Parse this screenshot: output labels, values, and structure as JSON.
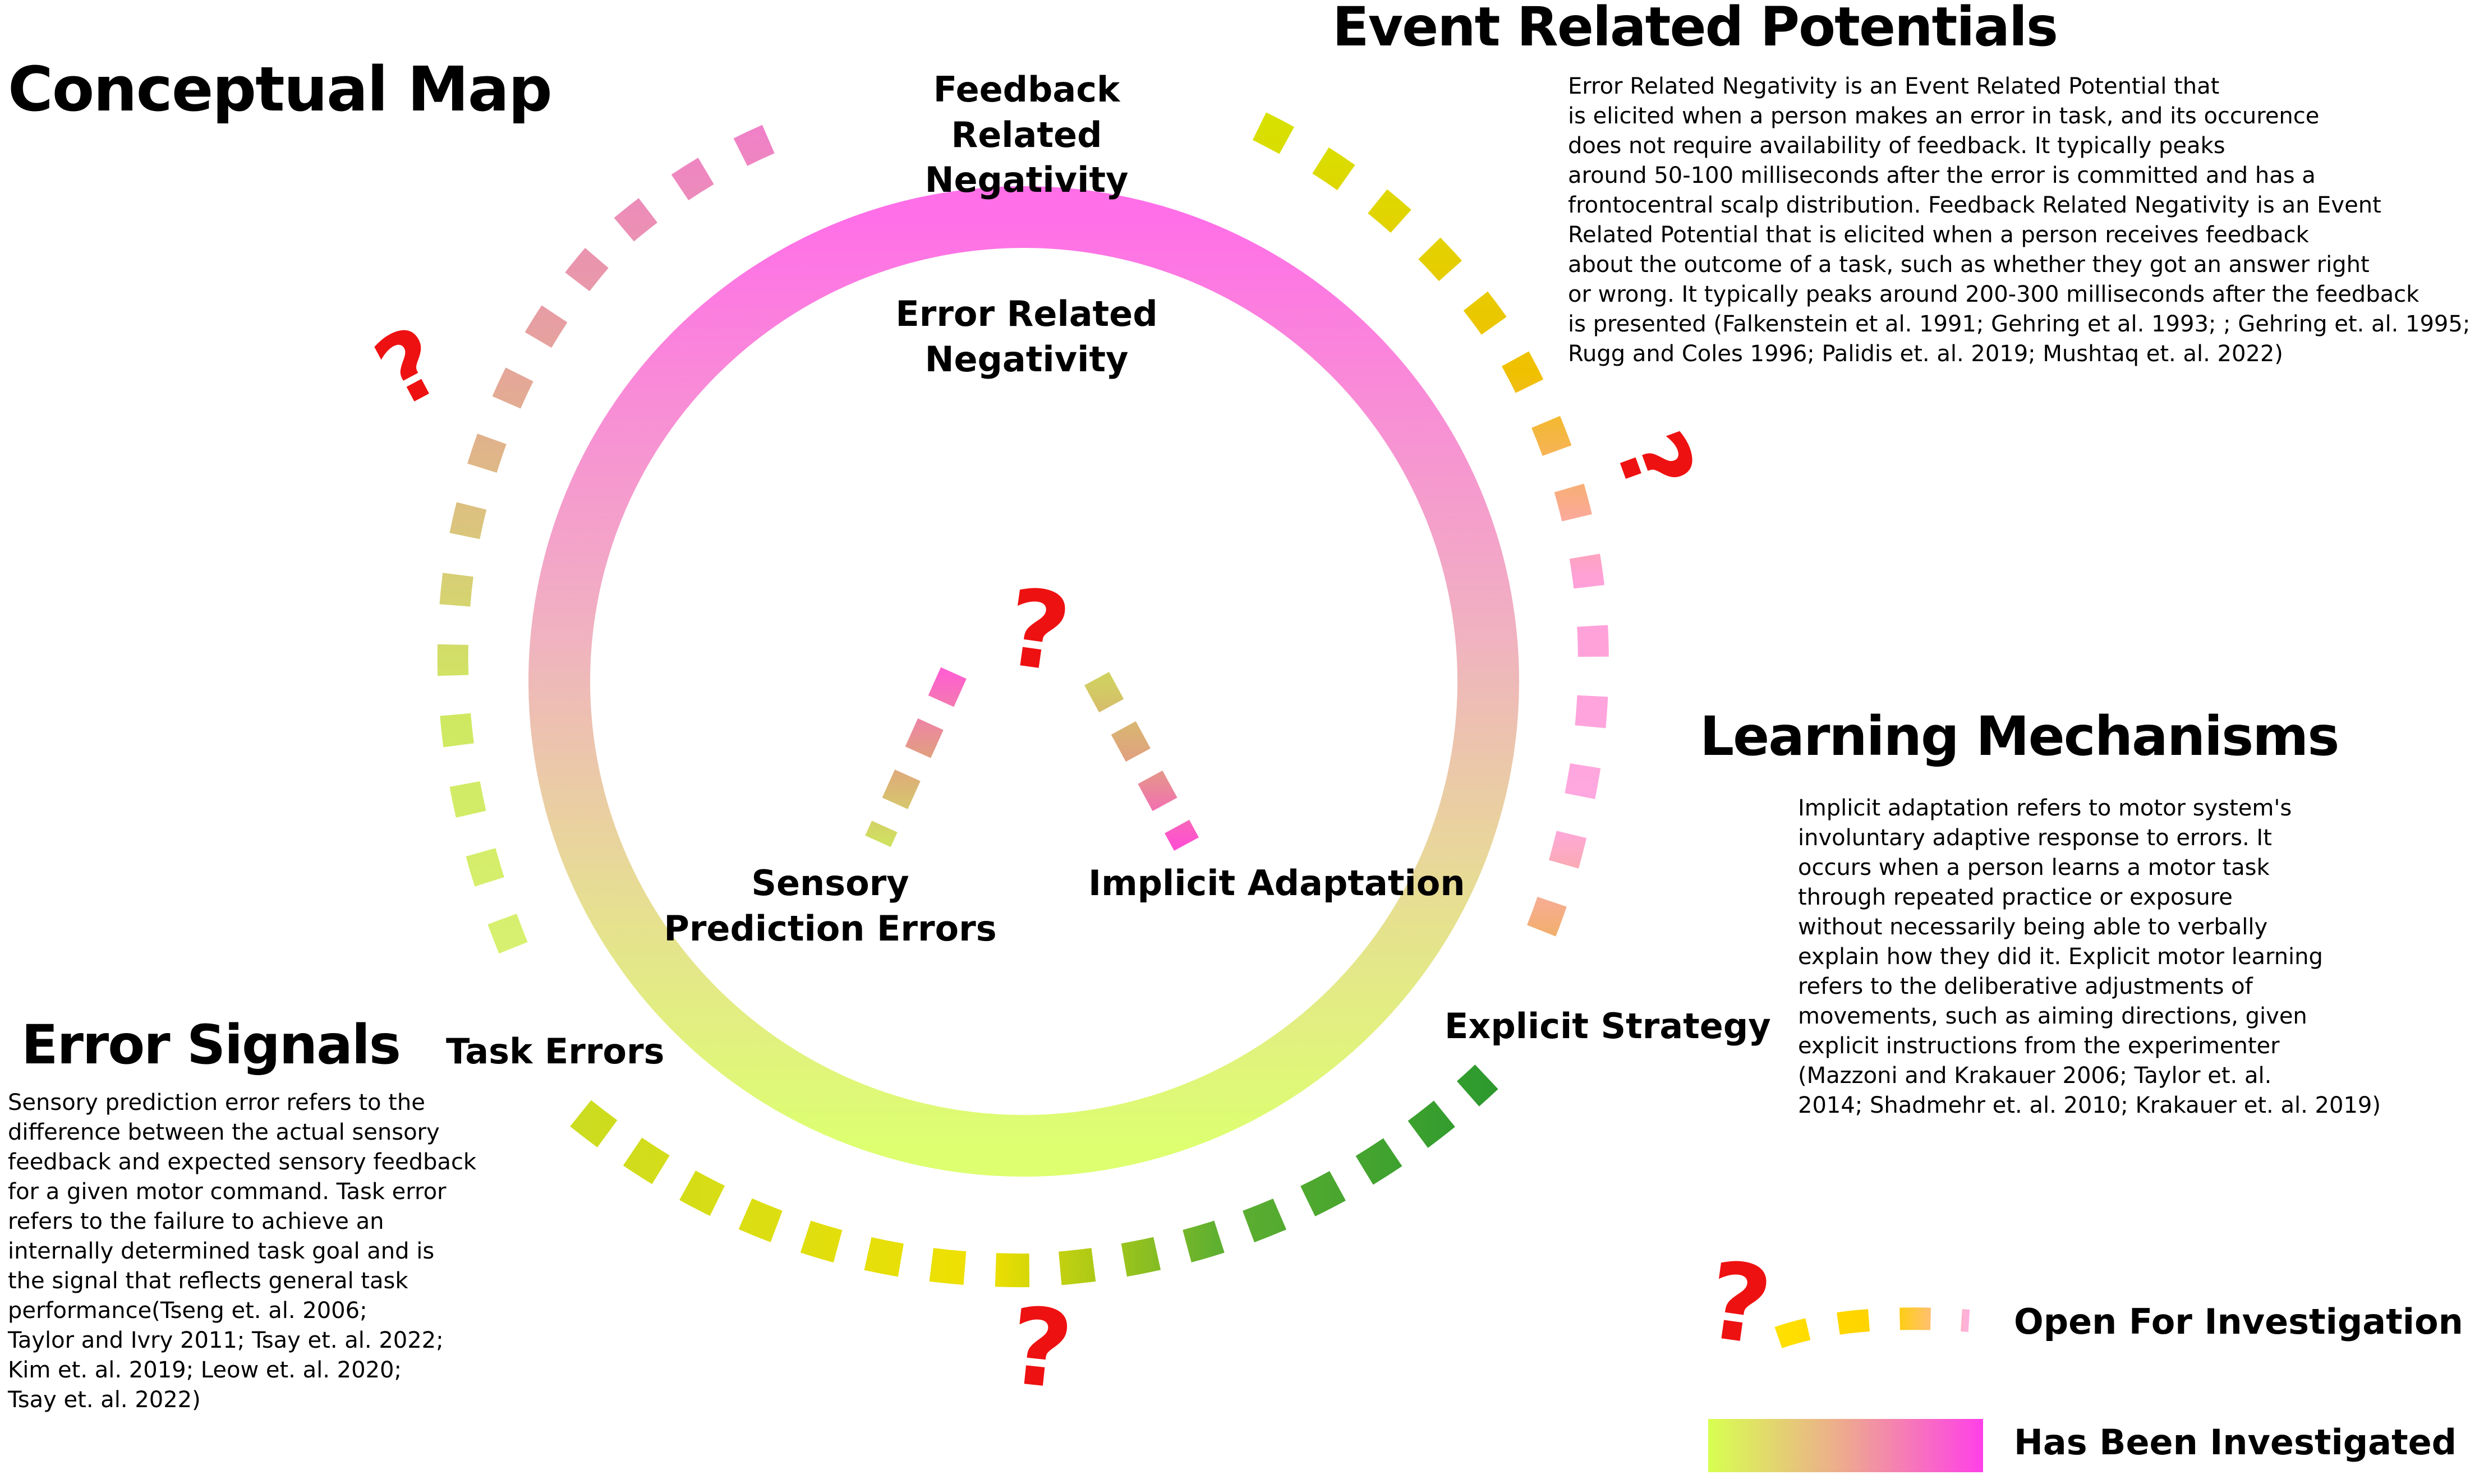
{
  "headings": {
    "conceptual_map": "Conceptual Map",
    "event_related_potentials": "Event Related Potentials",
    "learning_mechanisms": "Learning Mechanisms",
    "error_signals": "Error Signals"
  },
  "nodes": {
    "feedback_related_negativity": "Feedback Related Negativity",
    "error_related_negativity": "Error Related Negativity",
    "sensory_prediction_errors": "Sensory Prediction Errors",
    "implicit_adaptation": "Implicit Adaptation",
    "task_errors": "Task Errors",
    "explicit_strategy": "Explicit Strategy"
  },
  "erp_text": [
    "Error Related Negativity is an Event Related Potential that",
    "is elicited when a person makes an error in task, and its occurence",
    "does not require availability of feedback. It typically peaks",
    "around 50-100 milliseconds after the error is committed and has a",
    "frontocentral scalp distribution. Feedback Related Negativity is an Event",
    "Related Potential that is elicited when a person receives feedback",
    "about the outcome of a task, such as whether they got an answer right",
    "or wrong. It typically peaks around 200-300 milliseconds after the feedback",
    "is presented (Falkenstein et al. 1991; Gehring et al. 1993; ; Gehring et. al. 1995;",
    "Rugg and Coles 1996; Palidis et. al. 2019; Mushtaq et. al. 2022)"
  ],
  "learning_text": [
    "Implicit adaptation refers to motor system's",
    "involuntary adaptive response to errors. It",
    "occurs when a person learns a motor task",
    "through repeated practice or exposure",
    "without necessarily being able to verbally",
    "explain how they did it. Explicit motor learning",
    "refers to the deliberative adjustments of",
    "movements, such as aiming directions, given",
    "explicit instructions from the experimenter",
    "(Mazzoni and Krakauer 2006; Taylor et. al.",
    "2014; Shadmehr et. al. 2010; Krakauer et. al. 2019)"
  ],
  "error_signals_text": [
    "Sensory prediction error refers to the",
    "difference between the actual sensory",
    "feedback and expected sensory feedback",
    "for a given motor command. Task error",
    "refers to the failure to achieve an",
    "internally determined task goal and is",
    "the signal that reflects general task",
    "performance(Tseng et. al. 2006;",
    "Taylor and Ivry 2011; Tsay et. al. 2022;",
    "Kim et. al. 2019; Leow et. al. 2020;",
    "Tsay et. al. 2022)"
  ],
  "question_mark": "?",
  "legend": {
    "open": "Open For Investigation",
    "investigated": "Has Been Investigated"
  },
  "colors": {
    "pink": "#ff6fe8",
    "lime": "#ddff70",
    "question": "#ee1111",
    "green": "#2e9a2e",
    "yellow": "#f2e600"
  }
}
